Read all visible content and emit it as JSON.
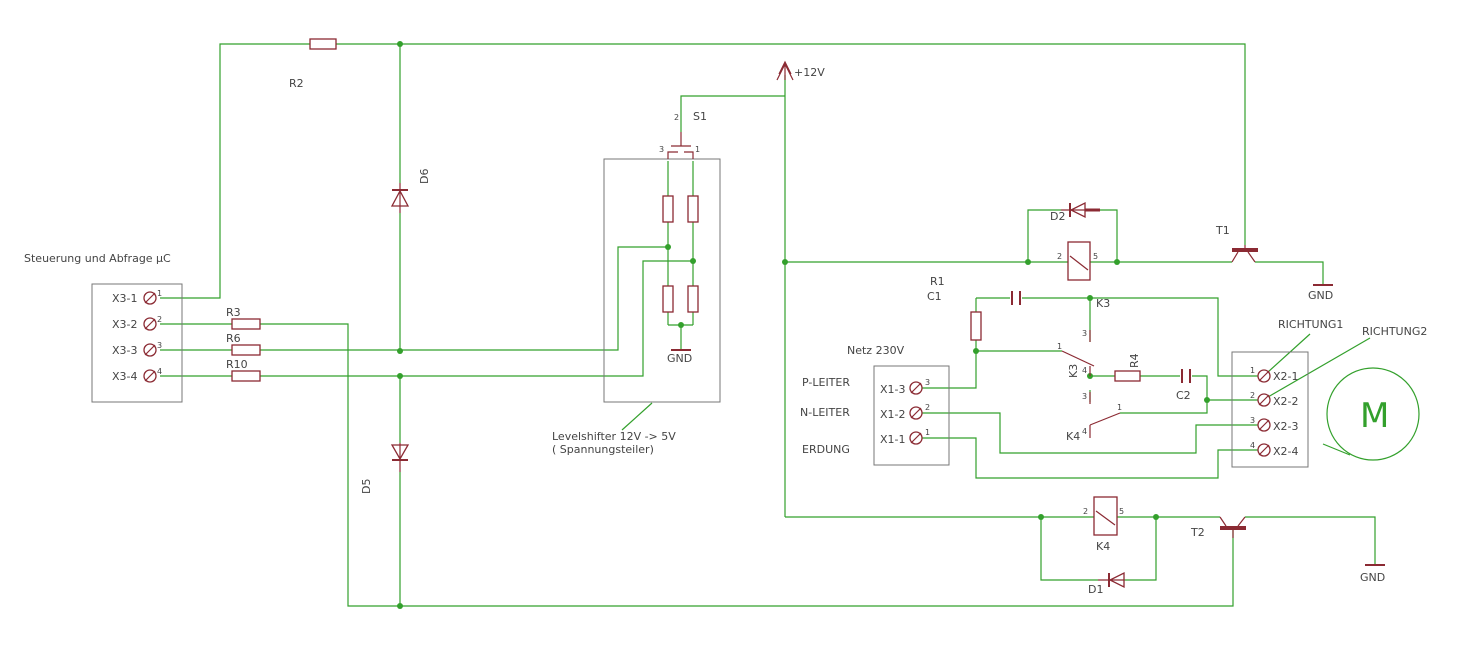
{
  "labels": {
    "r2": "R2",
    "d6": "D6",
    "d5": "D5",
    "s1": "S1",
    "supply": "+12V",
    "controller": "Steuerung und Abfrage µC",
    "x3_1": "X3-1",
    "x3_2": "X3-2",
    "x3_3": "X3-3",
    "x3_4": "X3-4",
    "r3": "R3",
    "r6": "R6",
    "r10": "R10",
    "gnd_ls": "GND",
    "levelshifter_1": "Levelshifter 12V -> 5V",
    "levelshifter_2": "( Spannungsteiler)",
    "d2": "D2",
    "t1": "T1",
    "gnd_t1": "GND",
    "r1": "R1",
    "c1": "C1",
    "k3": "K3",
    "r4": "R4",
    "c2": "C2",
    "k4_contact": "K4",
    "mains": "Netz 230V",
    "p_leiter": "P-LEITER",
    "n_leiter": "N-LEITER",
    "erdung": "ERDUNG",
    "x1_3": "X1-3",
    "x1_2": "X1-2",
    "x1_1": "X1-1",
    "richtung1": "RICHTUNG1",
    "richtung2": "RICHTUNG2",
    "x2_1": "X2-1",
    "x2_2": "X2-2",
    "x2_3": "X2-3",
    "x2_4": "X2-4",
    "motor": "M",
    "k4_coil": "K4",
    "t2": "T2",
    "d1": "D1",
    "gnd_t2": "GND"
  },
  "pins": {
    "x3_1": "1",
    "x3_2": "2",
    "x3_3": "3",
    "x3_4": "4",
    "s1_top": "2",
    "s1_left": "3",
    "s1_right": "1",
    "k3_coil_l": "2",
    "k3_coil_r": "5",
    "k3_c_top": "3",
    "k3_c_com": "1",
    "k3_c_no": "4",
    "k3_c_bot": "3",
    "k4_c_top": "1",
    "k4_c_no": "4",
    "x1_3": "3",
    "x1_2": "2",
    "x1_1": "1",
    "x2_1": "1",
    "x2_2": "2",
    "x2_3": "3",
    "x2_4": "4",
    "k4_coil_l": "2",
    "k4_coil_r": "5"
  },
  "colors": {
    "wire": "#33a02c",
    "component": "#8b2a33",
    "outline": "#777777"
  }
}
